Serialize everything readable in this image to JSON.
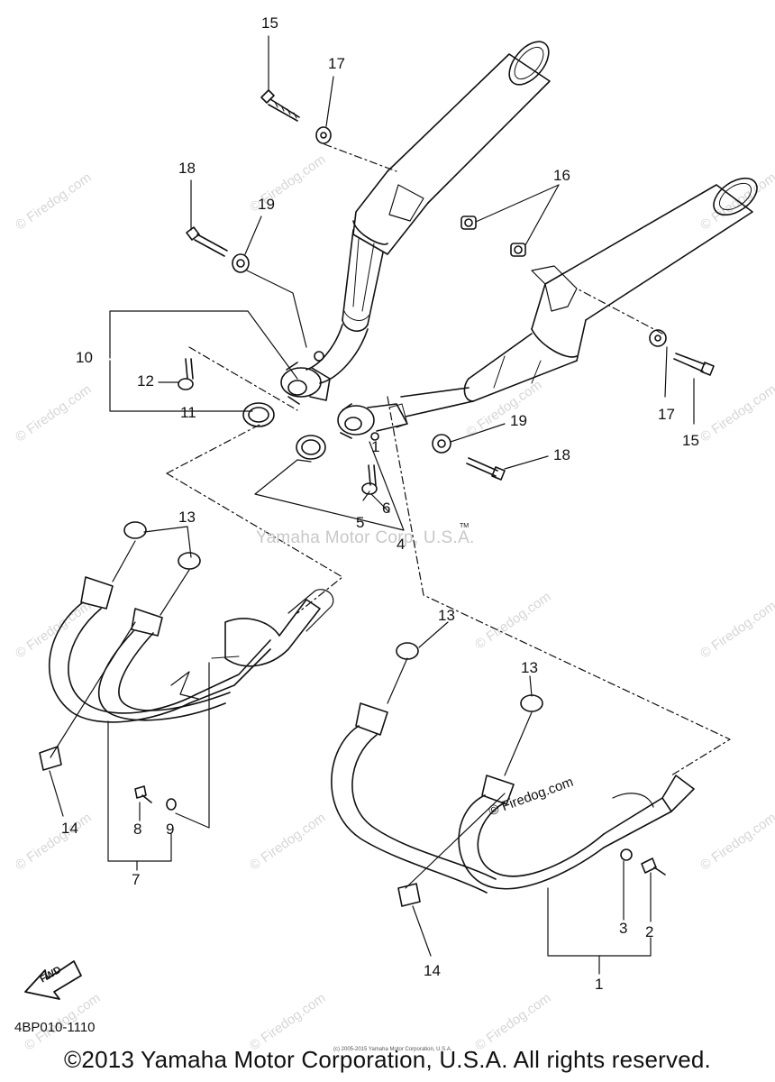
{
  "watermark_text": "© Firedog.com",
  "firedog_label": "© Firedog.com",
  "ymc_label": "Yamaha Motor Corp, U.S.A.",
  "tm_mark": "TM",
  "fwd_label": "FWD",
  "drawing_code": "4BP010-1110",
  "small_copyright": "(c) 2005-2015 Yamaha Motor Corporation, U.S.A.",
  "footer_copyright": "©2013 Yamaha Motor Corporation, U.S.A. All rights reserved.",
  "callouts": {
    "c15a": "15",
    "c17a": "17",
    "c18a": "18",
    "c19a": "19",
    "c16": "16",
    "c10": "10",
    "c12": "12",
    "c11": "11",
    "c17b": "17",
    "c15b": "15",
    "c19b": "19",
    "c18b": "18",
    "c1a": "1",
    "c5": "5",
    "c6": "6",
    "c4": "4",
    "c13a": "13",
    "c13b": "13",
    "c13c": "13",
    "c14a": "14",
    "c14b": "14",
    "c8": "8",
    "c9": "9",
    "c7": "7",
    "c3": "3",
    "c2": "2",
    "c1b": "1"
  }
}
